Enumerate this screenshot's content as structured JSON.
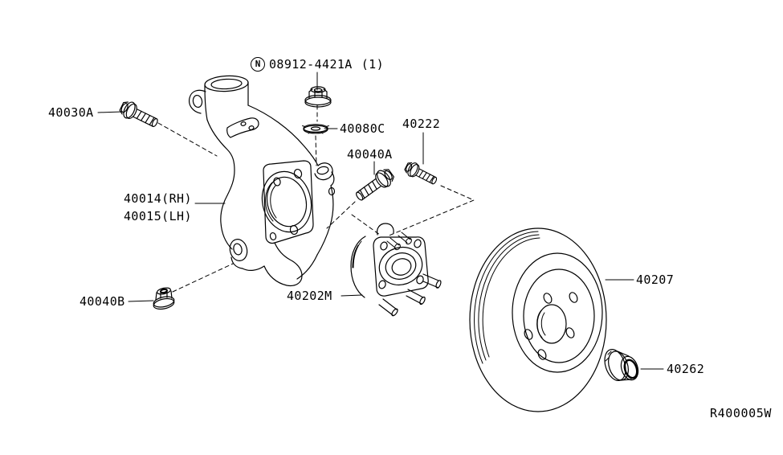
{
  "diagram": {
    "reference_code": "R400005W",
    "colors": {
      "line": "#000000",
      "background": "#ffffff"
    },
    "standard_part": {
      "symbol": "N",
      "part_number": "08912-4421A",
      "quantity": "(1)"
    },
    "callouts": {
      "strut_bolt": {
        "part_number": "40030A"
      },
      "lock_washer": {
        "part_number": "40080C"
      },
      "hub_bolt_small": {
        "part_number": "40222"
      },
      "hub_bolt": {
        "part_number": "40040A"
      },
      "knuckle_rh": {
        "part_number": "40014(RH)"
      },
      "knuckle_lh": {
        "part_number": "40015(LH)"
      },
      "balljoint_nut": {
        "part_number": "40040B"
      },
      "hub_assembly": {
        "part_number": "40202M"
      },
      "brake_rotor": {
        "part_number": "40207"
      },
      "axle_locknut": {
        "part_number": "40262"
      }
    }
  }
}
